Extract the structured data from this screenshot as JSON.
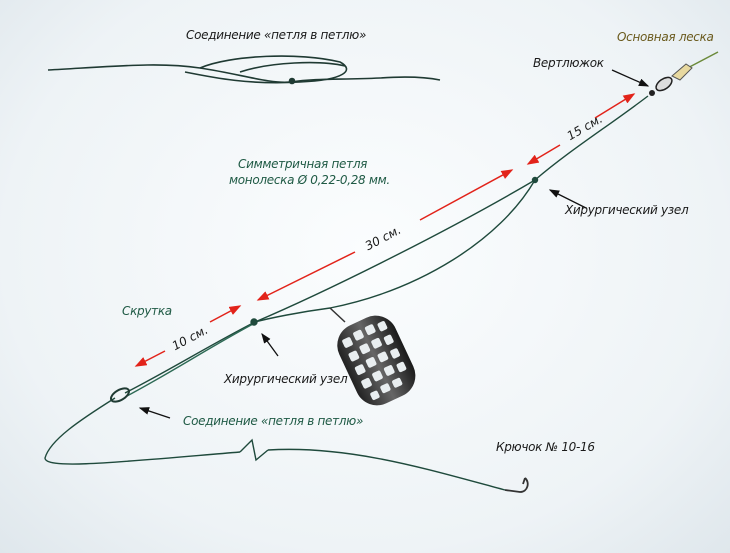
{
  "labels": {
    "top_loop_connection": "Соединение «петля в петлю»",
    "main_line": "Основная леска",
    "swivel": "Вертлюжок",
    "symmetric_loop_line1": "Симметричная петля",
    "symmetric_loop_line2": "монолеска Ø 0,22-0,28 мм.",
    "surgical_knot_upper": "Хирургический узел",
    "twist": "Скрутка",
    "surgical_knot_lower": "Хирургический узел",
    "bottom_loop_connection": "Соединение «петля в петлю»",
    "hook": "Крючок № 10-16"
  },
  "dimensions": {
    "d15": "15 см.",
    "d30": "30 см.",
    "d10": "10 см."
  },
  "colors": {
    "line": "#1f4a3c",
    "arrow": "#e2231a",
    "text_green": "#1f5a45"
  }
}
